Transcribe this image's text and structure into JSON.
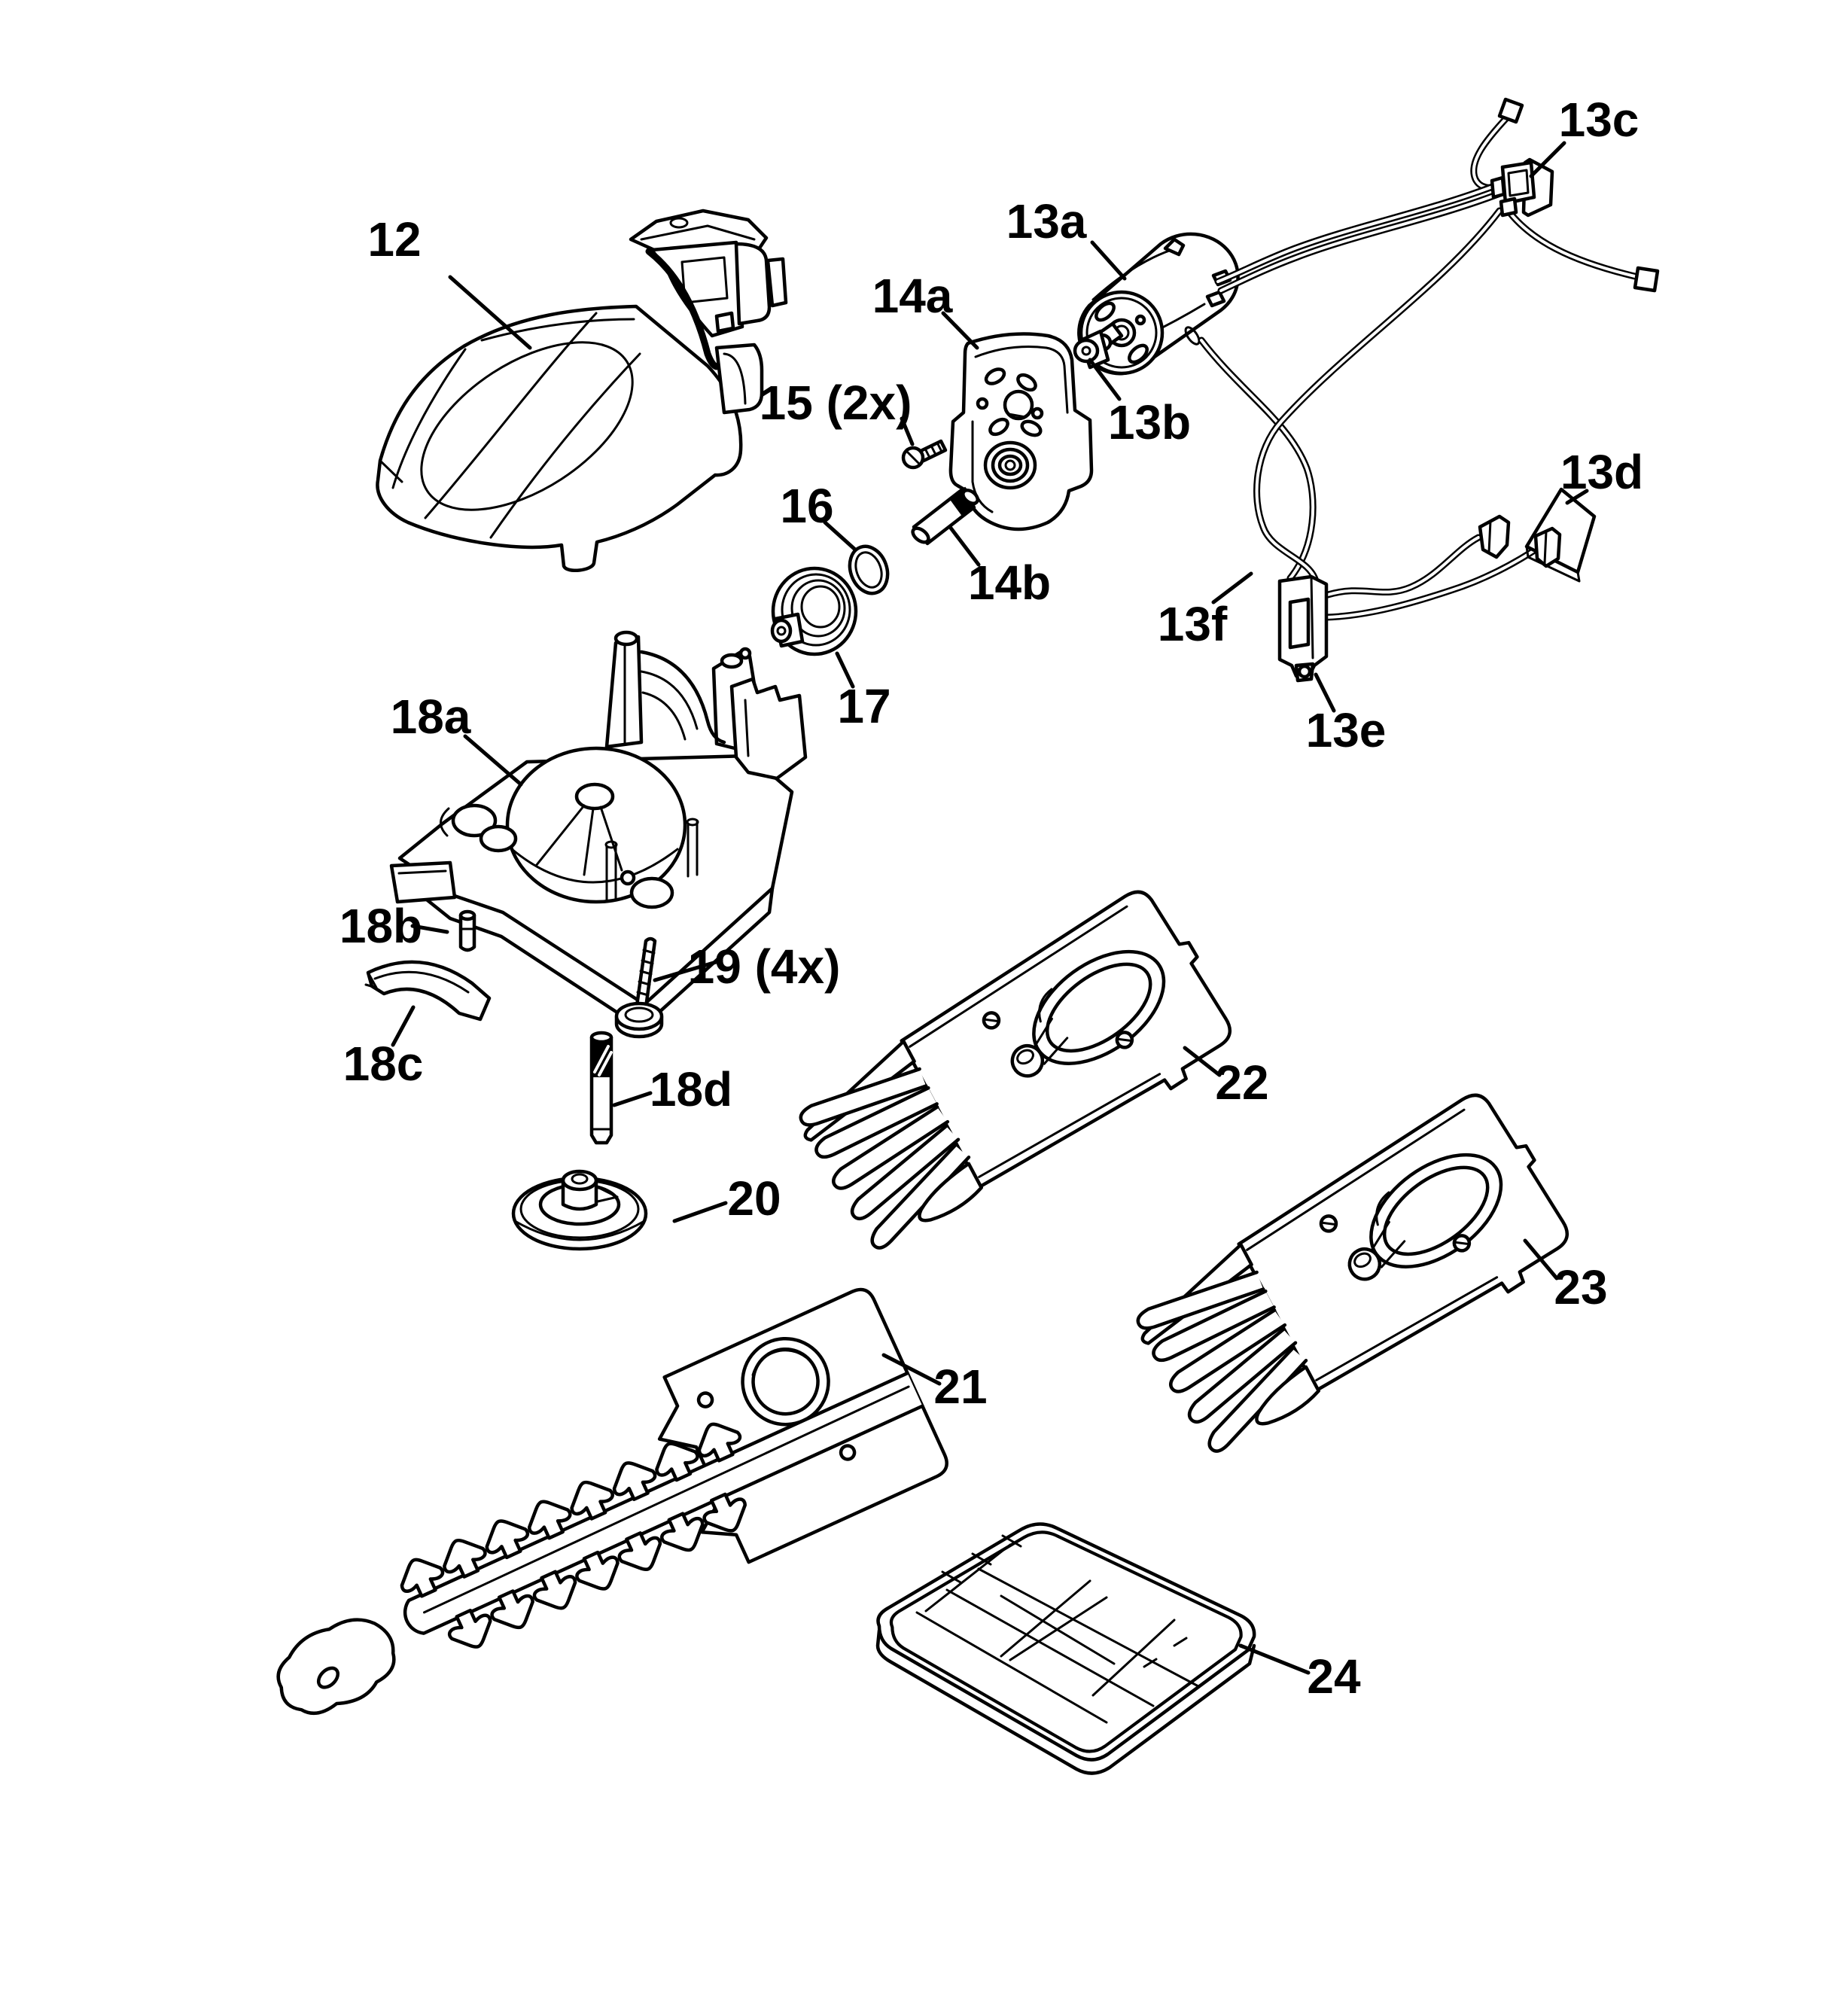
{
  "diagram": {
    "colors": {
      "background": "#ffffff",
      "line": "#000000"
    },
    "callouts": {
      "p12": "12",
      "p13a": "13a",
      "p13b": "13b",
      "p13c": "13c",
      "p13d": "13d",
      "p13e": "13e",
      "p13f": "13f",
      "p14a": "14a",
      "p14b": "14b",
      "p15": "15 (2x)",
      "p16": "16",
      "p17": "17",
      "p18a": "18a",
      "p18b": "18b",
      "p18c": "18c",
      "p18d": "18d",
      "p19": "19 (4x)",
      "p20": "20",
      "p21": "21",
      "p22": "22",
      "p23": "23",
      "p24": "24"
    }
  }
}
